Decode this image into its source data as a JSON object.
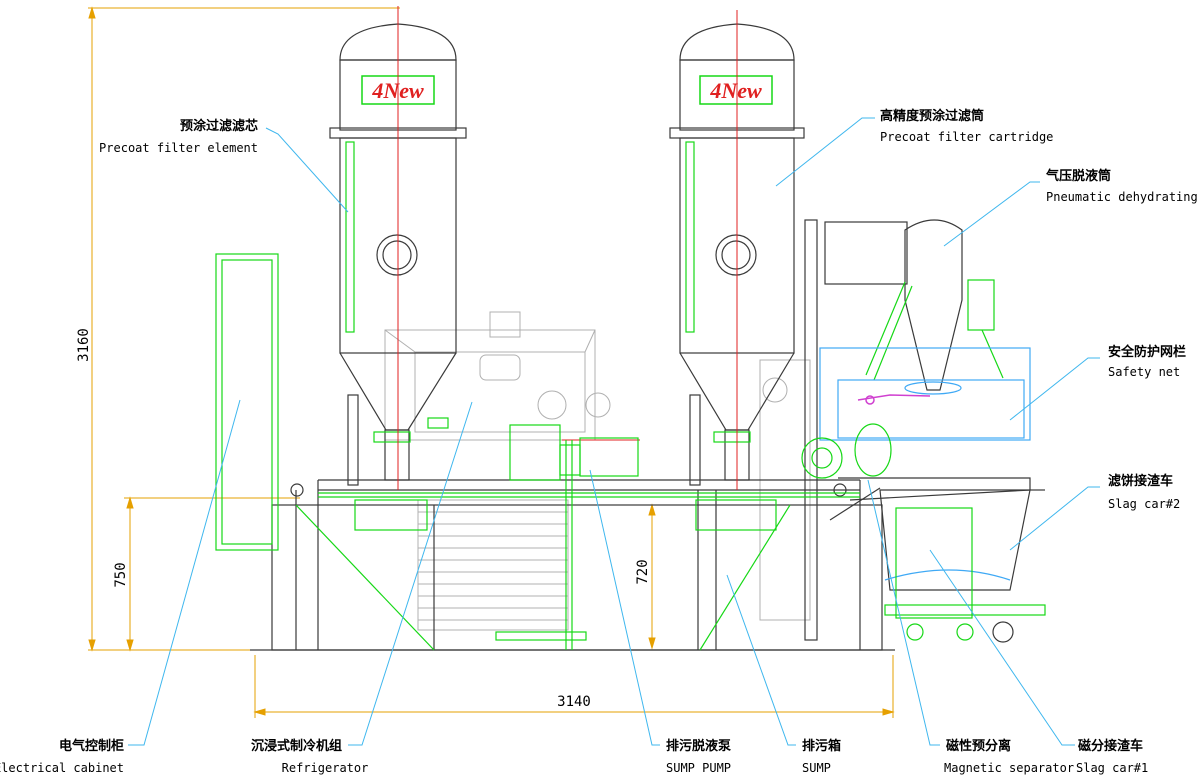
{
  "brand": {
    "logo_text": "4New",
    "logo_color": "#e02020"
  },
  "colors": {
    "leader": "#3fb7ee",
    "dimension": "#e6a000",
    "frame": "#3a3a3a",
    "ghost": "#b0b0b0",
    "green": "#16d816",
    "red_axis": "#e02020",
    "blue_net": "#3fa9f5",
    "magenta": "#d040d0"
  },
  "dimensions": {
    "overall_height": "3160",
    "tank_height": "750",
    "sump_height": "720",
    "overall_width": "3140"
  },
  "labels": {
    "precoat_filter_element": {
      "cn": "预涂过滤滤芯",
      "en": "Precoat filter element"
    },
    "precoat_filter_cartridge": {
      "cn": "高精度预涂过滤筒",
      "en": "Precoat filter cartridge"
    },
    "pneumatic_dehydrating": {
      "cn": "气压脱液筒",
      "en": "Pneumatic dehydrating"
    },
    "safety_net": {
      "cn": "安全防护网栏",
      "en": "Safety net"
    },
    "slag_car_2": {
      "cn": "滤饼接渣车",
      "en": "Slag car#2"
    },
    "electrical_cabinet": {
      "cn": "电气控制柜",
      "en": "Electrical cabinet"
    },
    "refrigerator": {
      "cn": "沉浸式制冷机组",
      "en": "Refrigerator"
    },
    "sump_pump": {
      "cn": "排污脱液泵",
      "en": "SUMP PUMP"
    },
    "sump": {
      "cn": "排污箱",
      "en": "SUMP"
    },
    "magnetic_separator": {
      "cn": "磁性预分离",
      "en": "Magnetic separator"
    },
    "slag_car_1": {
      "cn": "磁分接渣车",
      "en": "Slag car#1"
    }
  }
}
